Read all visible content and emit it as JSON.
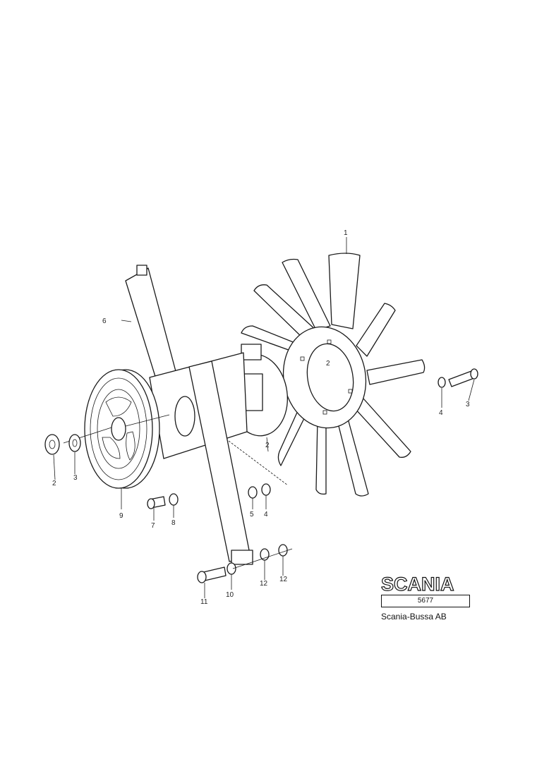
{
  "diagram": {
    "part_labels": {
      "fan": "1",
      "fan_hub_bolt": "2",
      "hub_plate": "2",
      "nut_left": "2",
      "washer_left": "3",
      "bolt_right": "3",
      "washer_right": "4",
      "nut_mid": "4",
      "washer_mid": "5",
      "bracket": "6",
      "bolt_small": "7",
      "washer_small": "8",
      "pulley": "9",
      "washer_bottom": "10",
      "bolt_bottom": "11",
      "washer_12a": "12",
      "nut_12b": "12"
    }
  },
  "title_block": {
    "logo_text": "SCANIA",
    "drawing_number": "5677",
    "company": "Scania-Bussa AB"
  }
}
